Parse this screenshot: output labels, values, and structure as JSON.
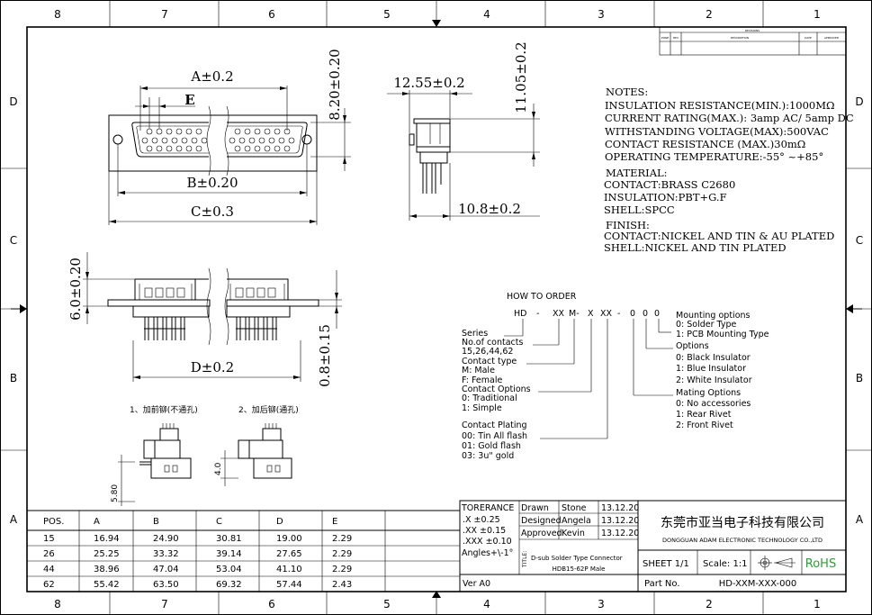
{
  "border": {
    "cols_top": [
      "8",
      "7",
      "6",
      "5",
      "4",
      "3",
      "2",
      "1"
    ],
    "cols_bottom": [
      "8",
      "7",
      "6",
      "5",
      "4",
      "3",
      "2",
      "1"
    ],
    "rows_left": [
      "D",
      "C",
      "B",
      "A"
    ],
    "rows_right": [
      "D",
      "C",
      "B",
      "A"
    ]
  },
  "revisions": {
    "title": "REVISIONS",
    "headers": [
      "ZONE",
      "REV",
      "DESCRIPTION",
      "DATE",
      "APPROVED"
    ]
  },
  "front_view": {
    "dim_a": "A±0.2",
    "dim_e": "E",
    "dim_b": "B±0.20",
    "dim_c": "C±0.3",
    "dim_h": "8.20±0.20"
  },
  "side_view": {
    "dim_w": "12.55±0.2",
    "dim_h": "11.05±0.2",
    "dim_b": "10.8±0.2"
  },
  "bottom_view": {
    "dim_h": "6.0±0.20",
    "dim_d": "D±0.2",
    "dim_pin": "0.8±0.15"
  },
  "variants": {
    "label1": "1、加前铆(不通孔)",
    "label2": "2、加后铆(通孔)",
    "dim1": "5.80",
    "dim2": "4.0"
  },
  "notes": {
    "header": "NOTES:",
    "lines": [
      "INSULATION RESISTANCE(MIN.):1000MΩ",
      "CURRENT RATING(MAX.): 3amp AC/ 5amp DC",
      "WITHSTANDING VOLTAGE(MAX):500VAC",
      "CONTACT RESISTANCE (MAX.)30mΩ",
      "OPERATING TEMPERATURE:-55° ~+85°"
    ],
    "material_header": "MATERIAL:",
    "material": [
      "CONTACT:BRASS C2680",
      "INSULATION:PBT+G.F",
      "SHELL:SPCC"
    ],
    "finish_header": "FINISH:",
    "finish": [
      "CONTACT:NICKEL AND TIN & AU PLATED",
      "SHELL:NICKEL AND TIN PLATED"
    ]
  },
  "order": {
    "title": "HOW TO ORDER",
    "code": [
      "HD",
      "-",
      "XX",
      "M-",
      "X",
      "XX",
      "-",
      "0",
      "0",
      "0"
    ],
    "left_groups": [
      [
        "Series",
        "No.of contacts",
        "15,26,44,62"
      ],
      [
        "Contact type",
        "M: Male",
        "F: Female"
      ],
      [
        "Contact Options",
        "0: Traditional",
        "1: Simple"
      ],
      [
        "Contact Plating",
        "00: Tin All flash",
        "01: Gold flash",
        "03: 3u\" gold"
      ]
    ],
    "right_groups": [
      [
        "Mounting options",
        "0: Solder Type",
        "1: PCB Mounting Type"
      ],
      [
        "Options",
        "0: Black Insulator",
        "1: Blue Insulator",
        "2: White Insulator"
      ],
      [
        "Mating Options",
        "0: No accessories",
        "1: Rear Rivet",
        "2: Front Rivet"
      ]
    ]
  },
  "table": {
    "headers": [
      "POS.",
      "A",
      "B",
      "C",
      "D",
      "E"
    ],
    "rows": [
      [
        "15",
        "16.94",
        "24.90",
        "30.81",
        "19.00",
        "2.29"
      ],
      [
        "26",
        "25.25",
        "33.32",
        "39.14",
        "27.65",
        "2.29"
      ],
      [
        "44",
        "38.96",
        "47.04",
        "53.04",
        "41.10",
        "2.29"
      ],
      [
        "62",
        "55.42",
        "63.50",
        "69.32",
        "57.44",
        "2.43"
      ]
    ]
  },
  "tolerance": {
    "title": "TORERANCE",
    "lines": [
      ".X     ±0.25",
      ".XX    ±0.15",
      ".XXX  ±0.10",
      "Angles+\\-1°"
    ],
    "ver": "Ver A0"
  },
  "signoff": [
    [
      "Drawn",
      "Stone",
      "13.12.20"
    ],
    [
      "Designed",
      "Angela",
      "13.12.20"
    ],
    [
      "Approved",
      "Kevin",
      "13.12.20"
    ]
  ],
  "title_block": {
    "title_label": "TITLE:",
    "title1": "D-sub Solder Type Connector",
    "title2": "HDB15-62P Male",
    "company_cn": "东莞市亚当电子科技有限公司",
    "company_en": "DONGGUAN ADAM ELECTRONIC TECHNOLOGY CO.,LTD",
    "sheet": "SHEET 1/1",
    "scale": "Scale: 1:1",
    "rohs": "RoHS",
    "part_label": "Part No.",
    "part_no": "HD-XXM-XXX-000"
  },
  "colors": {
    "rohs": "#2e9e3a"
  }
}
